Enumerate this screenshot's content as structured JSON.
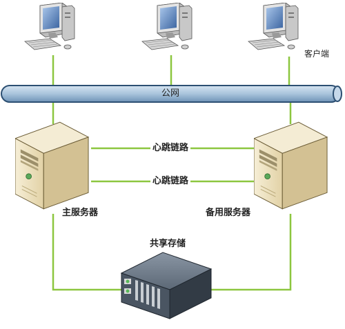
{
  "labels": {
    "network": "公网",
    "clients": "客户端",
    "heartbeat_1": "心跳链路",
    "heartbeat_2": "心跳链路",
    "primary_server": "主服务器",
    "backup_server": "备用服务器",
    "shared_storage": "共享存储"
  },
  "colors": {
    "link": "#8cc63f",
    "bus_fill": "#a9c4dc",
    "bus_stroke": "#2c4f72",
    "server_beige": "#efe3c2",
    "server_side": "#cbb989",
    "monitor_gray": "#d9d9d9",
    "screen_blue": "#5a84b8",
    "storage_dark": "#3c4652"
  },
  "icons": {
    "client": "desktop-computer-icon",
    "server": "tower-server-icon",
    "storage": "disk-array-icon"
  }
}
